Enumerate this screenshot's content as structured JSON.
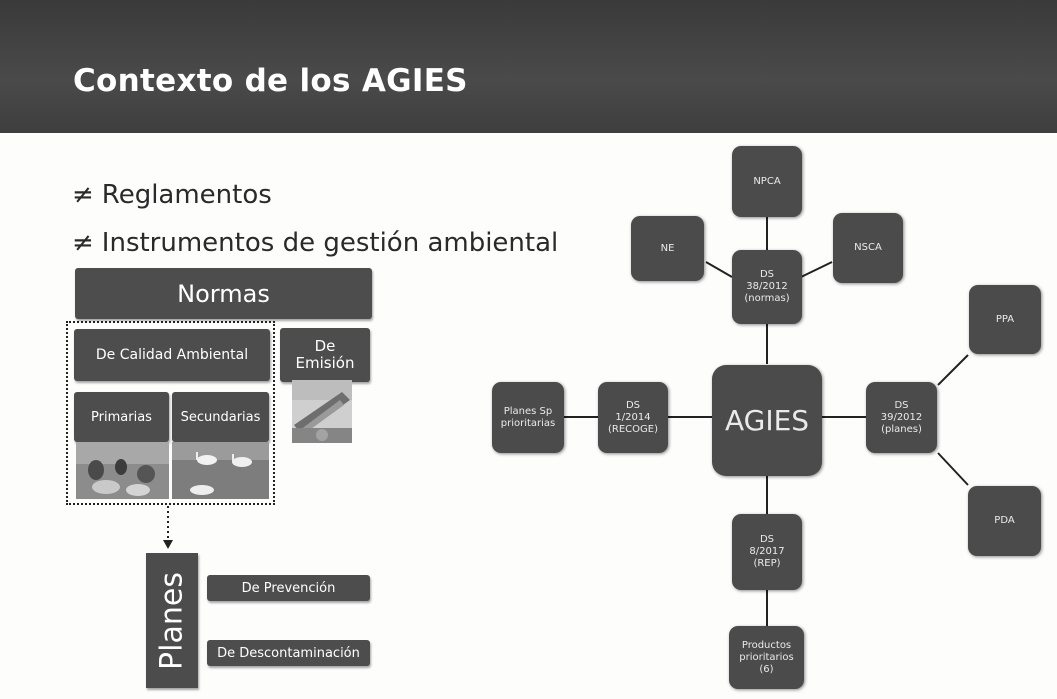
{
  "header": {
    "title": "Contexto de  los AGIES"
  },
  "bullets": [
    {
      "symbol": "≠",
      "text": "Reglamentos"
    },
    {
      "symbol": "≠",
      "text": "Instrumentos de gestión ambiental"
    }
  ],
  "left": {
    "normas": "Normas",
    "calidad": "De Calidad Ambiental",
    "emision": "De Emisión",
    "primarias": "Primarias",
    "secundarias": "Secundarias",
    "planes": "Planes",
    "prevencion": "De Prevención",
    "descontaminacion": "De Descontaminación"
  },
  "diagram": {
    "npca": "NPCA",
    "ne": "NE",
    "nsca": "NSCA",
    "ds38": "DS\n38/2012\n(normas)",
    "ppa": "PPA",
    "pda": "PDA",
    "ds39": "DS\n39/2012\n(planes)",
    "agies": "AGIES",
    "ds1": "DS\n1/2014\n(RECOGE)",
    "planes_sp": "Planes Sp\nprioritarias",
    "ds8": "DS\n8/2017\n(REP)",
    "productos": "Productos\nprioritarios\n(6)"
  },
  "colors": {
    "header": "#3f3f3f",
    "box": "#4d4d4d",
    "node": "#4b4b4b",
    "text_light": "#ffffff"
  }
}
